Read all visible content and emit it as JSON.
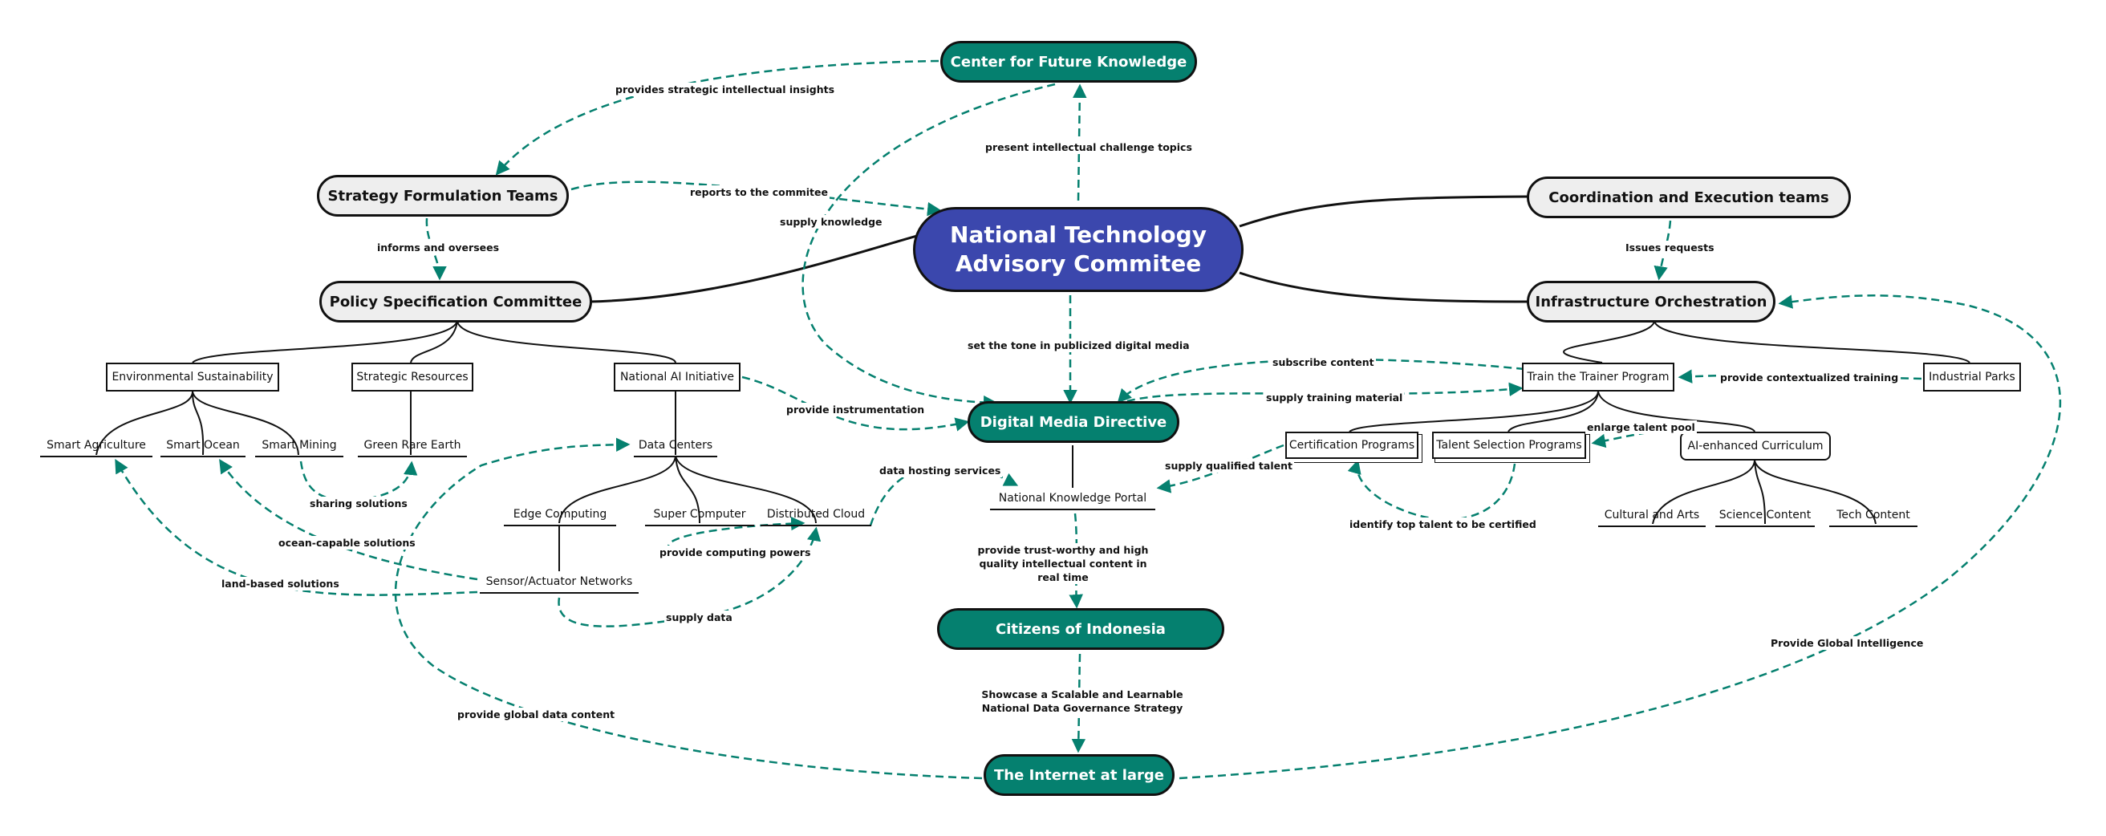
{
  "colors": {
    "central": "#3b47ad",
    "accent": "#05806f",
    "grey_node": "#eeeeee",
    "line": "#111111"
  },
  "nodes": {
    "central": "National Technology Advisory Commitee",
    "future_knowledge": "Center for Future Knowledge",
    "strategy_teams": "Strategy Formulation Teams",
    "policy_committee": "Policy Specification Committee",
    "coordination_teams": "Coordination and Execution teams",
    "infra_orchestration": "Infrastructure Orchestration",
    "env_sustainability": "Environmental Sustainability",
    "strategic_resources": "Strategic Resources",
    "national_ai": "National AI Initiative",
    "smart_agriculture": "Smart Agriculture",
    "smart_ocean": "Smart Ocean",
    "smart_mining": "Smart Mining",
    "green_rare_earth": "Green Rare Earth",
    "data_centers": "Data Centers",
    "edge_computing": "Edge Computing",
    "super_computer": "Super Computer",
    "distributed_cloud": "Distributed Cloud",
    "sensor_networks": "Sensor/Actuator Networks",
    "digital_media": "Digital Media Directive",
    "knowledge_portal": "National Knowledge Portal",
    "citizens": "Citizens of Indonesia",
    "internet": "The Internet at large",
    "train_trainer": "Train the Trainer Program",
    "industrial_parks": "Industrial Parks",
    "certification": "Certification Programs",
    "talent_selection": "Talent Selection Programs",
    "ai_curriculum": "AI-enhanced Curriculum",
    "cultural_arts": "Cultural and Arts",
    "science_content": "Science Content",
    "tech_content": "Tech Content"
  },
  "edge_labels": {
    "strategic_insights": "provides strategic intellectual insights",
    "challenge_topics": "present intellectual challenge topics",
    "reports": "reports to the commitee",
    "supply_knowledge": "supply knowledge",
    "informs": "informs and oversees",
    "issues_requests": "Issues requests",
    "set_tone": "set the tone in publicized digital media",
    "subscribe": "subscribe content",
    "supply_training": "supply training material",
    "contextualized_training": "provide contextualized training",
    "instrumentation": "provide instrumentation",
    "data_hosting": "data hosting services",
    "supply_talent": "supply qualified talent",
    "enlarge_pool": "enlarge talent pool",
    "identify_talent": "identify top talent to be certified",
    "sharing_solutions": "sharing solutions",
    "ocean_solutions": "ocean-capable solutions",
    "land_solutions": "land-based solutions",
    "computing_powers": "provide computing powers",
    "supply_data": "supply data",
    "trustworthy_content": "provide trust-worthy and high quality intellectual content in real time",
    "global_intelligence": "Provide Global Intelligence",
    "global_data": "provide global data content",
    "showcase": "Showcase a Scalable and Learnable National Data Governance Strategy"
  }
}
